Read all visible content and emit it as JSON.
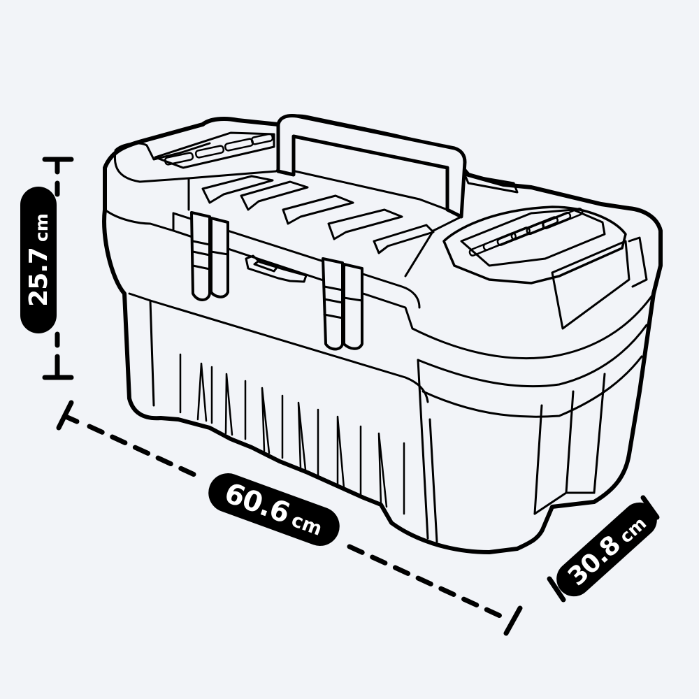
{
  "illustration": {
    "subject": "Toolbox with carry handle, two front latches, organizer lid",
    "background_color": "#f2f4f8",
    "line_color": "#000000"
  },
  "dimensions": {
    "height": {
      "value": "25.7",
      "unit": "cm",
      "orientation": "vertical"
    },
    "length": {
      "value": "60.6",
      "unit": "cm",
      "orientation": "diagonal-left"
    },
    "depth": {
      "value": "30.8",
      "unit": "cm",
      "orientation": "diagonal-right"
    }
  },
  "pill_style": {
    "background": "#000000",
    "text": "#ffffff"
  }
}
